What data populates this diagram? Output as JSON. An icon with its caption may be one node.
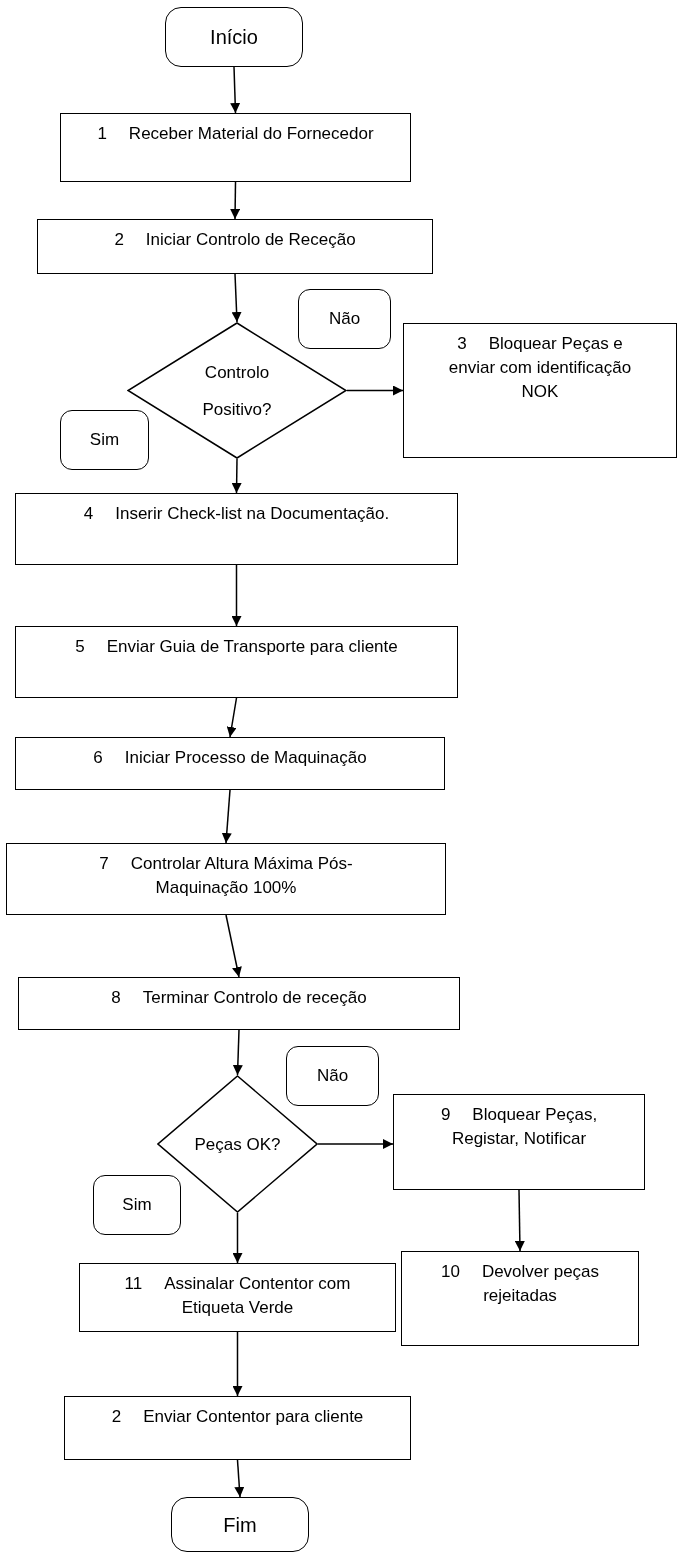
{
  "diagram": {
    "nodes": [
      {
        "text": [
          "Início"
        ]
      },
      {
        "text": [
          "1",
          "Receber Material do Fornecedor"
        ]
      },
      {
        "text": [
          "2",
          "Iniciar Controlo de Receção"
        ]
      },
      {
        "text": [
          "Não"
        ]
      },
      {
        "text": [
          "Controlo Positivo?"
        ]
      },
      {
        "text": [
          "3",
          "Bloquear Peças e enviar com identificação NOK"
        ]
      },
      {
        "text": [
          "Sim"
        ]
      },
      {
        "text": [
          "4",
          "Inserir Check-list na Documentação."
        ]
      },
      {
        "text": [
          "5",
          "Enviar Guia de Transporte para cliente"
        ]
      },
      {
        "text": [
          "6",
          "Iniciar Processo de Maquinação"
        ]
      },
      {
        "text": [
          "7",
          "Controlar Altura Máxima Pós-Maquinação 100%"
        ]
      },
      {
        "text": [
          "8",
          "Terminar Controlo de receção"
        ]
      },
      {
        "text": [
          "Não"
        ]
      },
      {
        "text": [
          "Peças OK?"
        ]
      },
      {
        "text": [
          "9",
          "Bloquear Peças, Registar, Notificar"
        ]
      },
      {
        "text": [
          "Sim"
        ]
      },
      {
        "text": [
          "11",
          "Assinalar Contentor com Etiqueta Verde"
        ]
      },
      {
        "text": [
          "10",
          "Devolver peças rejeitadas"
        ]
      },
      {
        "text": [
          "2",
          "Enviar Contentor para cliente"
        ]
      },
      {
        "text": [
          "Fim"
        ]
      }
    ],
    "edges": [
      {
        "from": 0,
        "to": 1,
        "arrow": "to"
      },
      {
        "from": 1,
        "to": 2,
        "arrow": "to"
      },
      {
        "from": 2,
        "to": 4,
        "arrow": "to"
      },
      {
        "from": 4,
        "to": 5,
        "arrow": "to"
      },
      {
        "from": 4,
        "to": 7,
        "arrow": "to"
      },
      {
        "from": 7,
        "to": 8,
        "arrow": "to"
      },
      {
        "from": 8,
        "to": 9,
        "arrow": "to"
      },
      {
        "from": 9,
        "to": 10,
        "arrow": "to"
      },
      {
        "from": 10,
        "to": 11,
        "arrow": "to"
      },
      {
        "from": 11,
        "to": 13,
        "arrow": "to"
      },
      {
        "from": 13,
        "to": 14,
        "arrow": "to"
      },
      {
        "from": 14,
        "to": 17,
        "arrow": "to"
      },
      {
        "from": 13,
        "to": 16,
        "arrow": "to"
      },
      {
        "from": 16,
        "to": 18,
        "arrow": "to"
      },
      {
        "from": 18,
        "to": 19,
        "arrow": "to"
      }
    ]
  }
}
